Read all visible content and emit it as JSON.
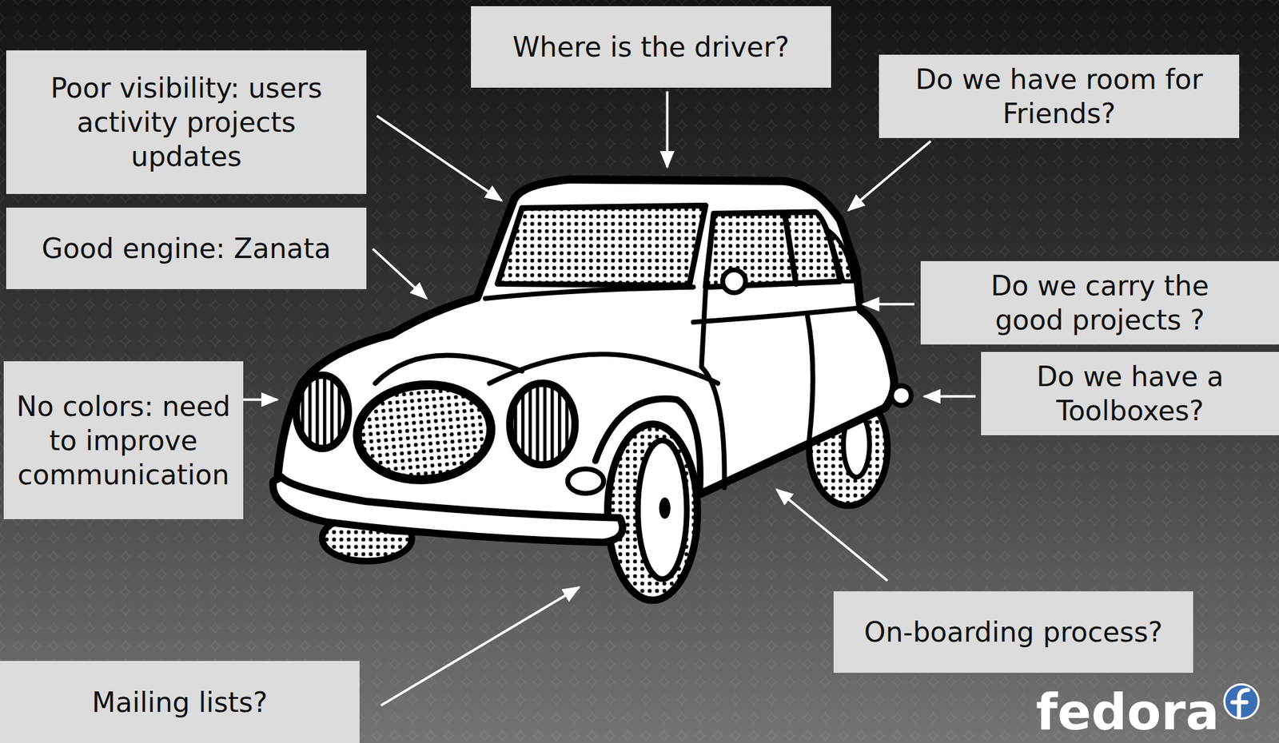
{
  "diagram": {
    "nodes": [
      {
        "text": [
          "Poor visibility: users activity projects updates"
        ]
      },
      {
        "text": [
          "Where is the driver?"
        ]
      },
      {
        "text": [
          "Do we have room for Friends?"
        ]
      },
      {
        "text": [
          "Good engine: Zanata"
        ]
      },
      {
        "text": [
          "Do we carry the good projects ?"
        ]
      },
      {
        "text": [
          "No colors: need to improve communication"
        ]
      },
      {
        "text": [
          "Do we have a Toolboxes?"
        ]
      },
      {
        "text": [
          "On-boarding process?"
        ]
      },
      {
        "text": [
          "Mailing lists?"
        ]
      }
    ],
    "labels": [
      "fedora"
    ]
  }
}
